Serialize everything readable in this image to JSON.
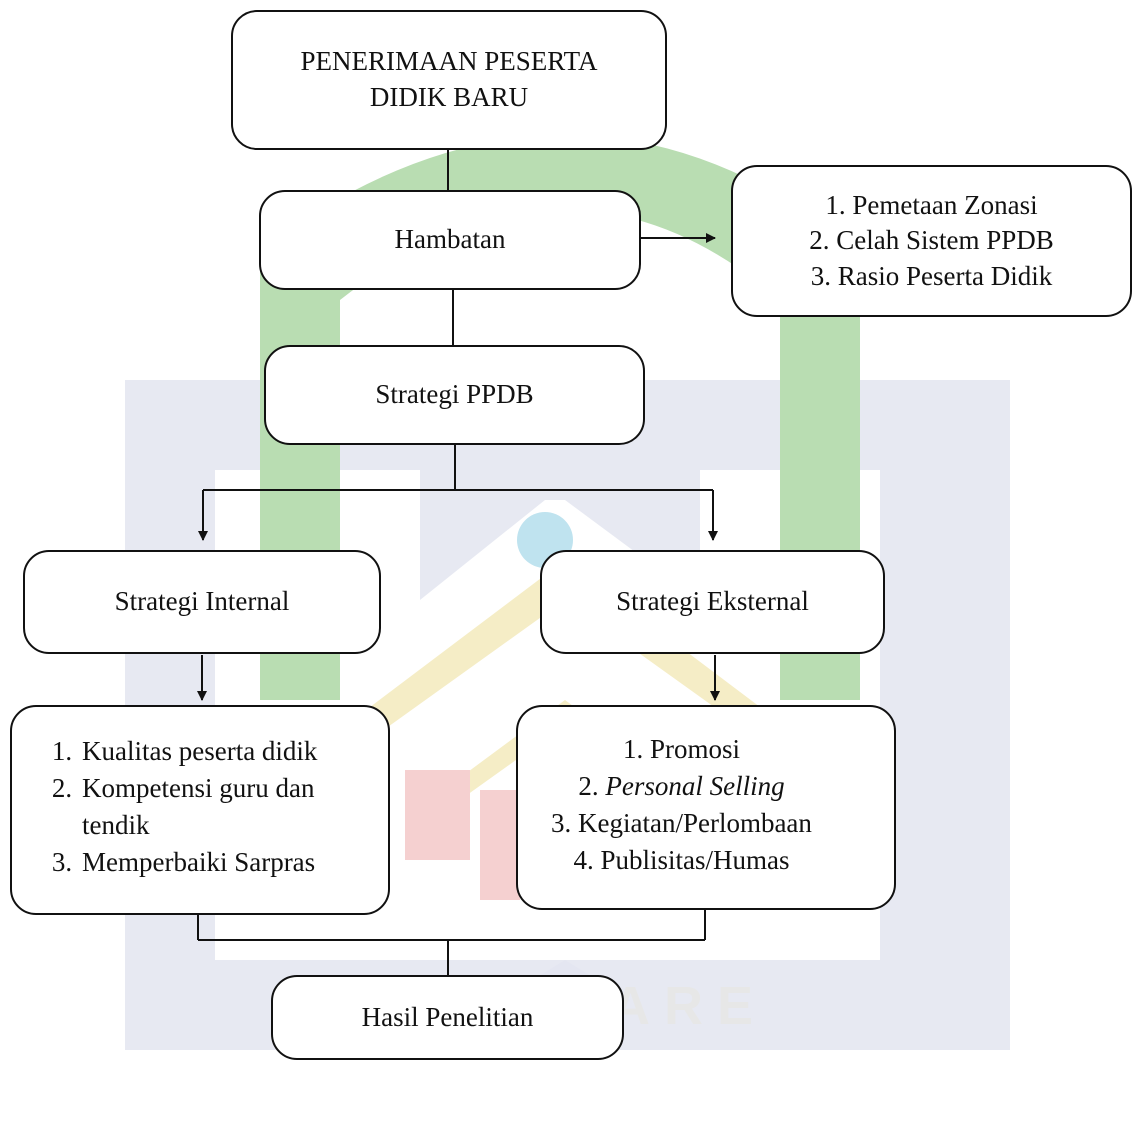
{
  "nodes": {
    "root": {
      "line1": "PENERIMAAN PESERTA",
      "line2": "DIDIK BARU"
    },
    "hambatan": {
      "label": "Hambatan"
    },
    "hambatan_list": {
      "items": [
        "1. Pemetaan Zonasi",
        "2. Celah Sistem PPDB",
        "3. Rasio Peserta Didik"
      ]
    },
    "strategi": {
      "label": "Strategi PPDB"
    },
    "internal": {
      "label": "Strategi Internal"
    },
    "eksternal": {
      "label": "Strategi Eksternal"
    },
    "internal_list": {
      "items": [
        {
          "num": "1.",
          "text": "Kualitas peserta didik"
        },
        {
          "num": "2.",
          "text": "Kompetensi guru dan",
          "cont": "tendik"
        },
        {
          "num": "3.",
          "text": "Memperbaiki Sarpras"
        }
      ]
    },
    "eksternal_list": {
      "items": [
        {
          "num": "1.",
          "text": "Promosi"
        },
        {
          "num": "2.",
          "text": "Personal Selling"
        },
        {
          "num": "3.",
          "text": "Kegiatan/Perlombaan"
        },
        {
          "num": "4.",
          "text": "Publisitas/Humas"
        }
      ]
    },
    "hasil": {
      "label": "Hasil Penelitian"
    }
  },
  "watermark": {
    "text": "PAREPARE",
    "colors": {
      "green": "#b7dcb0",
      "yellow": "#f5ecc4",
      "red": "#f4cfcf",
      "blue": "#e4e6f1",
      "cyan": "#bfe3ef"
    }
  }
}
